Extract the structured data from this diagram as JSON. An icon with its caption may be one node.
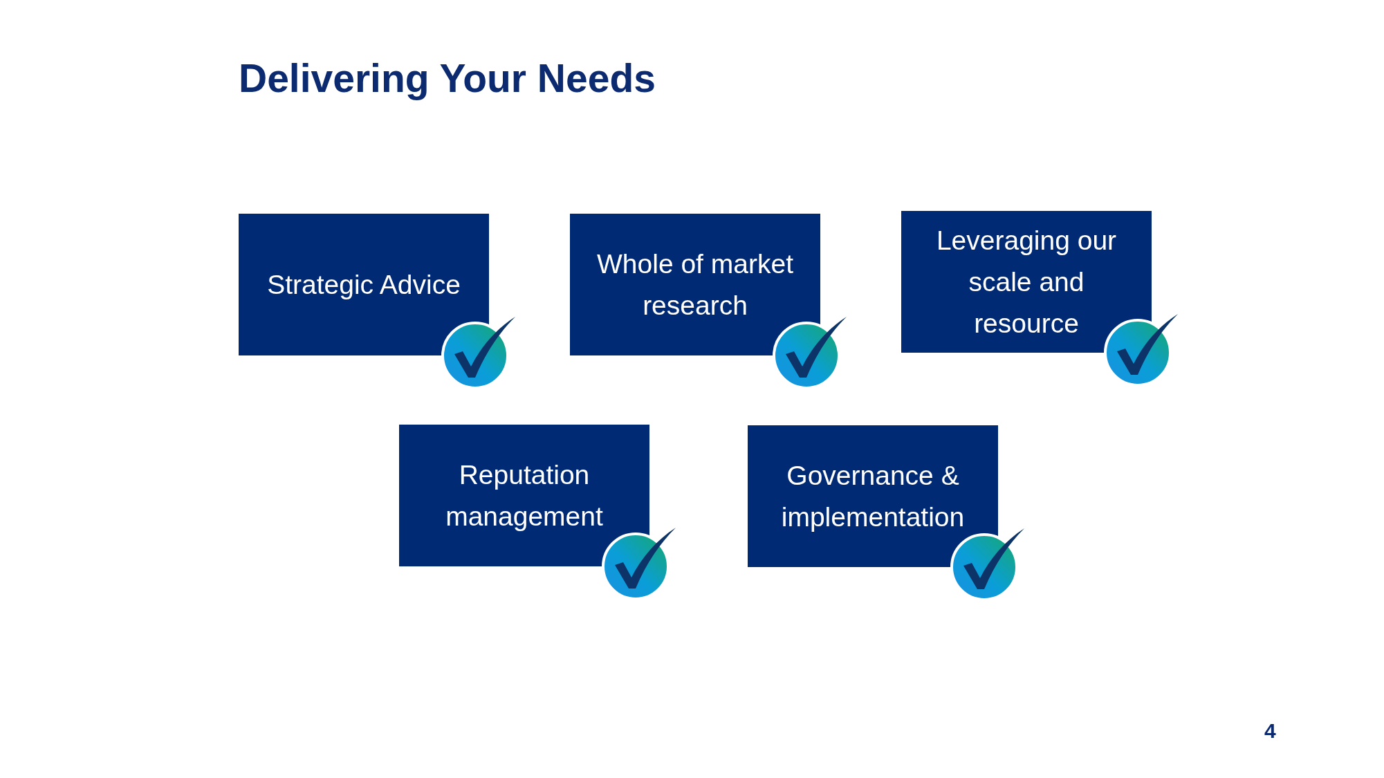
{
  "diagram": {
    "title": "Delivering Your Needs",
    "nodes": [
      {
        "text": [
          "Strategic Advice"
        ]
      },
      {
        "text": [
          "Whole of market research"
        ]
      },
      {
        "text": [
          "Leveraging our scale and resource"
        ]
      },
      {
        "text": [
          "Reputation management"
        ]
      },
      {
        "text": [
          "Governance & implementation"
        ]
      }
    ],
    "labels": [
      "4"
    ]
  }
}
